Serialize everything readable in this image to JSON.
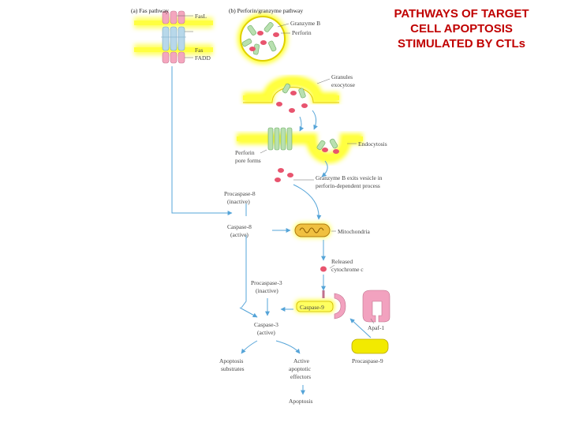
{
  "title": {
    "line1": "PATHWAYS OF TARGET",
    "line2": "CELL APOPTOSIS",
    "line3": "STIMULATED BY CTLs"
  },
  "diagram": {
    "panel_a": "(a) Fas pathway",
    "panel_b": "(b) Perforin/granzyme pathway",
    "fasl": "FasL",
    "fas": "Fas",
    "fadd": "FADD",
    "granzyme_b": "Granzyme B",
    "perforin": "Perforin",
    "granules_1": "Granules",
    "granules_2": "exocytose",
    "endocytosis": "Endocytosis",
    "perforin_pore_1": "Perforin",
    "perforin_pore_2": "pore forms",
    "granzyme_exit_1": "Granzyme B exits vesicle in",
    "granzyme_exit_2": "perforin-dependent process",
    "procaspase8_1": "Procaspase-8",
    "procaspase8_2": "(inactive)",
    "caspase8_1": "Caspase-8",
    "caspase8_2": "(active)",
    "mitochondria": "Mitochondria",
    "released_1": "Released",
    "released_2": "cytochrome c",
    "procaspase3_1": "Procaspase-3",
    "procaspase3_2": "(inactive)",
    "caspase9": "Caspase-9",
    "apaf1": "Apaf-1",
    "caspase3_1": "Caspase-3",
    "caspase3_2": "(active)",
    "procaspase9": "Procaspase-9",
    "apop_sub_1": "Apoptosis",
    "apop_sub_2": "substrates",
    "active_eff_1": "Active",
    "active_eff_2": "apoptotic",
    "active_eff_3": "effectors",
    "apoptosis": "Apoptosis"
  },
  "colors": {
    "title": "#c00000",
    "membrane_glow": "#ffff33",
    "membrane_line": "#d8b000",
    "arrow": "#55a4d8",
    "granzyme": "#e8546e",
    "perforin": "#a8d8a0",
    "fas_pink": "#f4a6be",
    "fas_blue": "#b8d8ea",
    "apaf": "#f2a2bf",
    "procaspase9": "#f2ea00",
    "mito": "#e8b030"
  }
}
